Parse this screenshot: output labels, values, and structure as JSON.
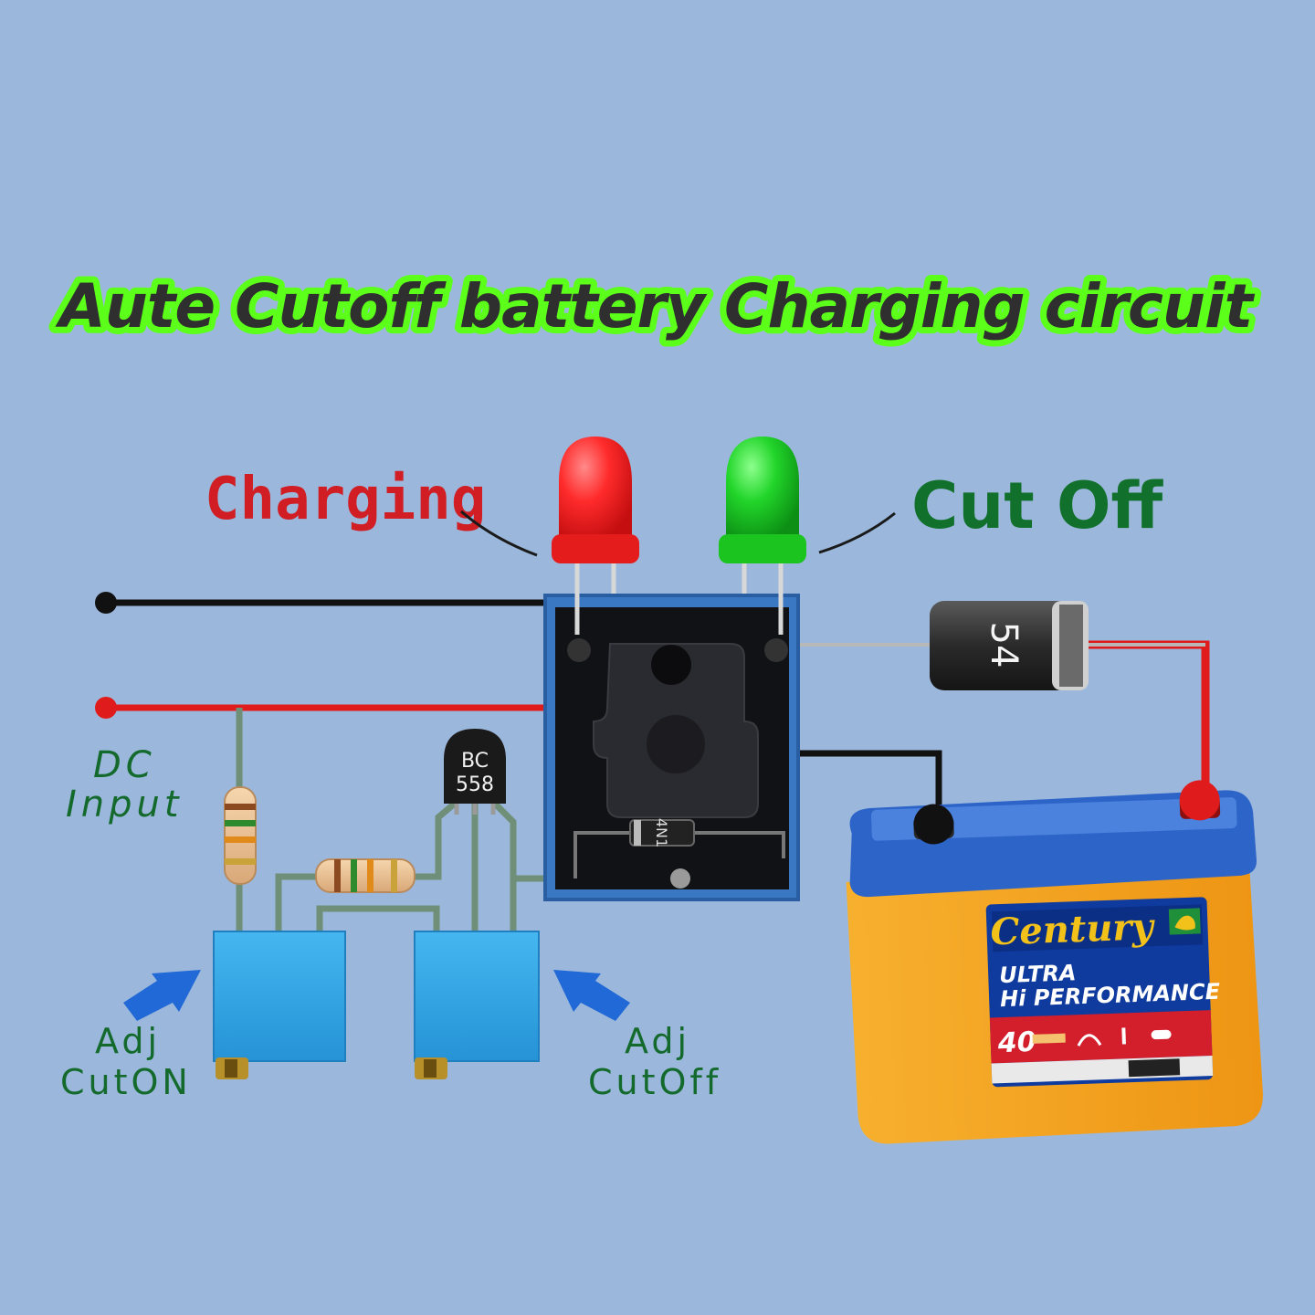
{
  "title": "Aute Cutoff battery Charging circuit",
  "labels": {
    "charging": "Charging",
    "cut_off": "Cut Off",
    "dc_input_line1": "DC",
    "dc_input_line2": "Input",
    "adj_cuton_line1": "Adj",
    "adj_cuton_line2": "CutON",
    "adj_cutoff_line1": "Adj",
    "adj_cutoff_line2": "CutOff"
  },
  "transistor": {
    "line1": "BC",
    "line2": "558"
  },
  "relay_diode_marking": "4N1",
  "diode_marking": "54",
  "battery": {
    "brand": "Century",
    "line1": "ULTRA",
    "line2": "Hi PERFORMANCE",
    "rating": "40"
  },
  "colors": {
    "background": "#9bb8dc",
    "title_outline": "#5cff1a",
    "charging_led": "#ff2b2b",
    "cutoff_led": "#22d52a",
    "positive_wire": "#e01b1b",
    "negative_wire": "#111111",
    "trace": "#6f8f78",
    "trimpot": "#2aa3e6",
    "battery_body": "#f6a21e",
    "battery_lid": "#2d64c8"
  }
}
